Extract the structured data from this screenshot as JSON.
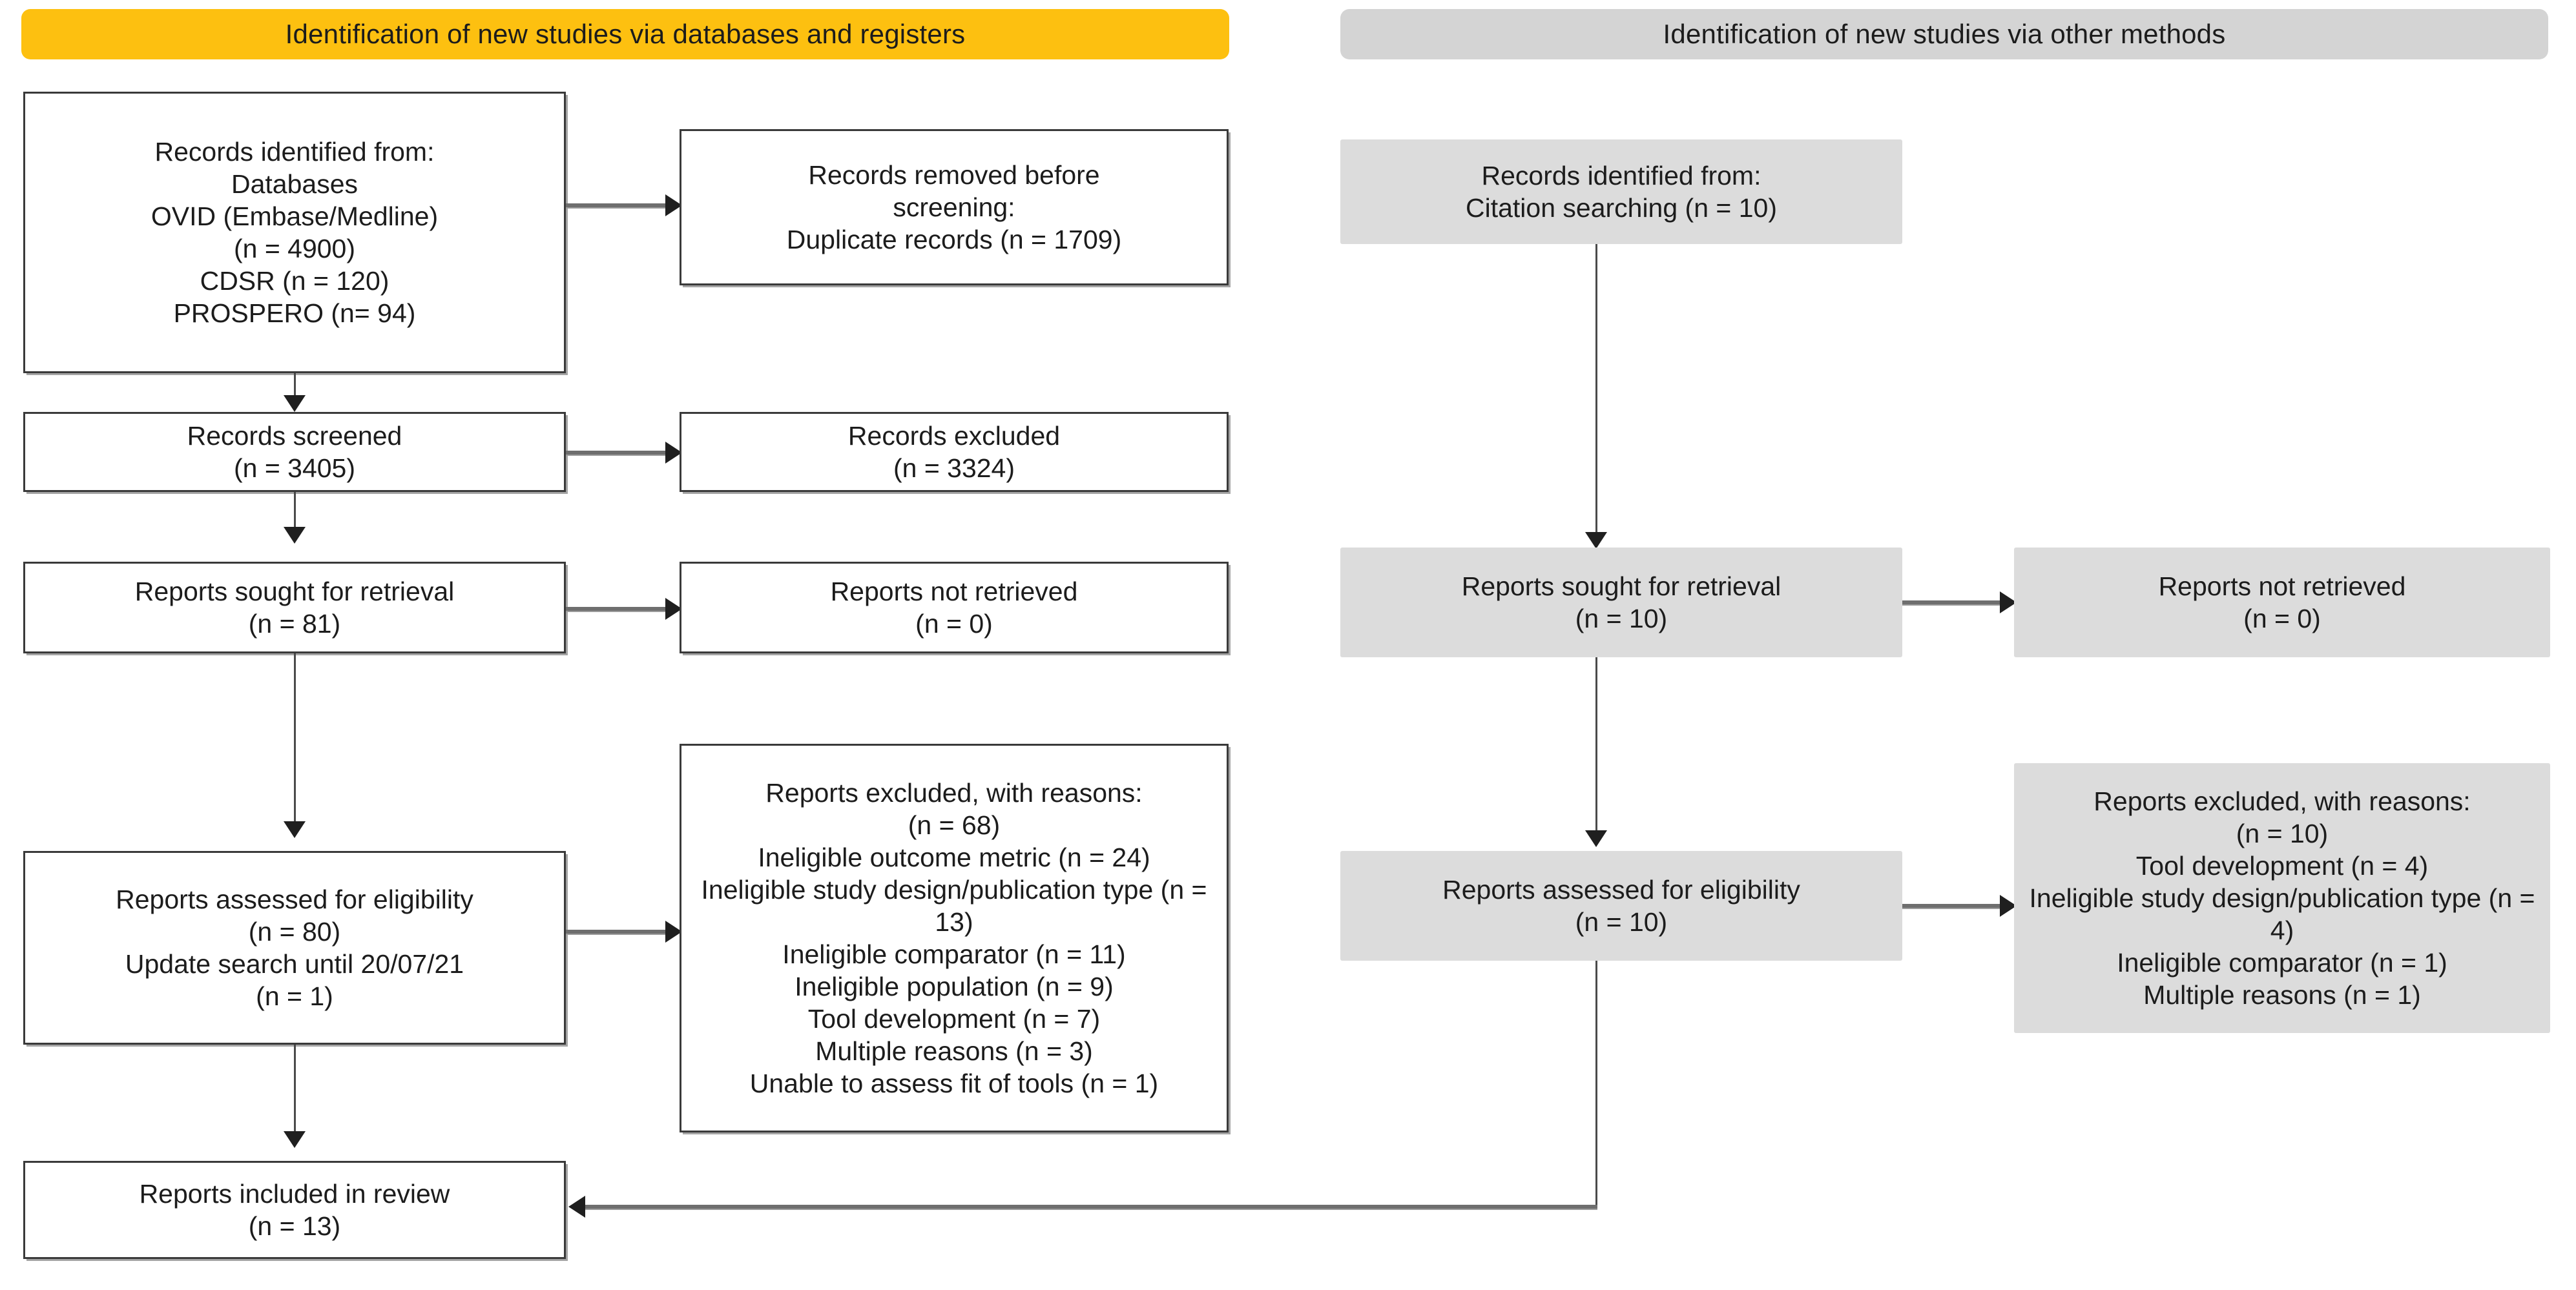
{
  "diagram": {
    "type": "prisma-flow-diagram",
    "columns": [
      {
        "id": "databases",
        "header": "Identification of new studies via databases and registers",
        "header_color": "#FDC010"
      },
      {
        "id": "other-methods",
        "header": "Identification of new studies via other methods",
        "header_color": "#D4D4D4"
      }
    ]
  },
  "left": {
    "identified": {
      "lines": [
        "Records identified from:",
        "Databases",
        "OVID (Embase/Medline)",
        "(n = 4900)",
        "CDSR (n = 120)",
        "PROSPERO (n= 94)"
      ]
    },
    "removed": {
      "lines": [
        "Records removed before",
        "screening:",
        "Duplicate records (n = 1709)"
      ]
    },
    "screened": {
      "lines": [
        "Records screened",
        "(n = 3405)"
      ]
    },
    "excluded": {
      "lines": [
        "Records excluded",
        "(n = 3324)"
      ]
    },
    "sought": {
      "lines": [
        "Reports sought for retrieval",
        "(n = 81)"
      ]
    },
    "not_retrieved": {
      "lines": [
        "Reports not retrieved",
        "(n = 0)"
      ]
    },
    "assessed": {
      "lines": [
        "Reports assessed for eligibility",
        "(n = 80)",
        "Update search until 20/07/21",
        "(n = 1)"
      ]
    },
    "reports_excluded": {
      "lines": [
        "Reports excluded, with reasons:",
        "(n = 68)",
        "Ineligible outcome metric (n = 24)",
        "Ineligible study design/publication type (n = 13)",
        "Ineligible comparator (n = 11)",
        "Ineligible population (n = 9)",
        "Tool development (n = 7)",
        "Multiple reasons (n = 3)",
        "Unable to assess fit of tools (n = 1)"
      ]
    },
    "included": {
      "lines": [
        "Reports included in review",
        "(n = 13)"
      ]
    }
  },
  "right": {
    "identified": {
      "lines": [
        "Records identified from:",
        "Citation searching (n = 10)"
      ]
    },
    "sought": {
      "lines": [
        "Reports sought for retrieval",
        "(n = 10)"
      ]
    },
    "not_retrieved": {
      "lines": [
        "Reports not retrieved",
        "(n = 0)"
      ]
    },
    "assessed": {
      "lines": [
        "Reports assessed for eligibility",
        "(n = 10)"
      ]
    },
    "reports_excluded": {
      "lines": [
        "Reports excluded, with reasons:",
        "(n = 10)",
        "Tool development (n = 4)",
        "Ineligible study design/publication type (n = 4)",
        "Ineligible comparator (n = 1)",
        "Multiple reasons (n = 1)"
      ]
    }
  },
  "chart_data": {
    "type": "table",
    "title": "PRISMA 2020 flow diagram for new systematic reviews",
    "nodes": [
      {
        "stage": "Records identified from databases (OVID Embase/Medline)",
        "n": 4900
      },
      {
        "stage": "Records identified from CDSR",
        "n": 120
      },
      {
        "stage": "Records identified from PROSPERO",
        "n": 94
      },
      {
        "stage": "Duplicate records removed before screening",
        "n": 1709
      },
      {
        "stage": "Records screened",
        "n": 3405
      },
      {
        "stage": "Records excluded",
        "n": 3324
      },
      {
        "stage": "Reports sought for retrieval (databases)",
        "n": 81
      },
      {
        "stage": "Reports not retrieved (databases)",
        "n": 0
      },
      {
        "stage": "Reports assessed for eligibility (databases)",
        "n": 80
      },
      {
        "stage": "Update search until 20/07/21",
        "n": 1
      },
      {
        "stage": "Reports excluded with reasons (databases)",
        "n": 68
      },
      {
        "stage": "Records identified via citation searching",
        "n": 10
      },
      {
        "stage": "Reports sought for retrieval (other methods)",
        "n": 10
      },
      {
        "stage": "Reports not retrieved (other methods)",
        "n": 0
      },
      {
        "stage": "Reports assessed for eligibility (other methods)",
        "n": 10
      },
      {
        "stage": "Reports excluded with reasons (other methods)",
        "n": 10
      },
      {
        "stage": "Reports included in review",
        "n": 13
      }
    ],
    "exclusion_reasons_databases": [
      {
        "reason": "Ineligible outcome metric",
        "n": 24
      },
      {
        "reason": "Ineligible study design/publication type",
        "n": 13
      },
      {
        "reason": "Ineligible comparator",
        "n": 11
      },
      {
        "reason": "Ineligible population",
        "n": 9
      },
      {
        "reason": "Tool development",
        "n": 7
      },
      {
        "reason": "Multiple reasons",
        "n": 3
      },
      {
        "reason": "Unable to assess fit of tools",
        "n": 1
      }
    ],
    "exclusion_reasons_other": [
      {
        "reason": "Tool development",
        "n": 4
      },
      {
        "reason": "Ineligible study design/publication type",
        "n": 4
      },
      {
        "reason": "Ineligible comparator",
        "n": 1
      },
      {
        "reason": "Multiple reasons",
        "n": 1
      }
    ]
  }
}
